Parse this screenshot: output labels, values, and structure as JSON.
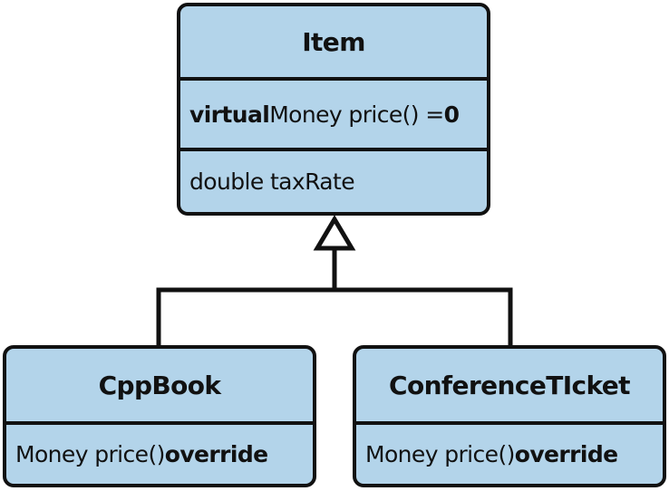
{
  "colors": {
    "class_fill": "#b3d4ea",
    "stroke": "#111111",
    "arrowhead_fill": "#ffffff"
  },
  "classes": {
    "item": {
      "name": "Item",
      "members": [
        {
          "keyword": "virtual",
          "text": " Money price()  = ",
          "suffix": "0"
        },
        {
          "keyword": "",
          "text": "double taxRate",
          "suffix": ""
        }
      ]
    },
    "cppbook": {
      "name": "CppBook",
      "members": [
        {
          "keyword": "",
          "text": "Money price() ",
          "suffix": "override"
        }
      ]
    },
    "conference_ticket": {
      "name": "ConferenceTIcket",
      "members": [
        {
          "keyword": "",
          "text": "Money price() ",
          "suffix": "override"
        }
      ]
    }
  },
  "relationships": [
    {
      "type": "inheritance",
      "child": "CppBook",
      "parent": "Item"
    },
    {
      "type": "inheritance",
      "child": "ConferenceTIcket",
      "parent": "Item"
    }
  ]
}
